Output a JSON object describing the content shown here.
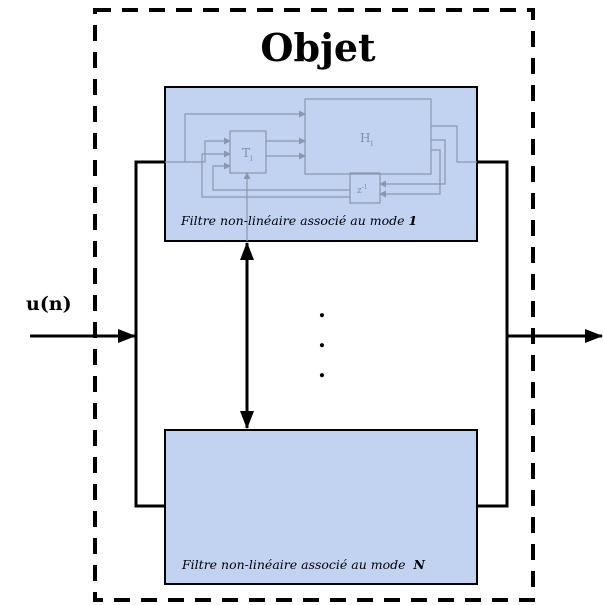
{
  "title": "Objet",
  "input_label": "u(n)",
  "filter_top": {
    "caption": "Filtre non-linéaire associé au mode ",
    "mode": "1",
    "block_t": "T",
    "block_t_sub": "i",
    "block_h": "H",
    "block_h_sub": "i",
    "delay": "z",
    "delay_sup": "-1"
  },
  "filter_bottom": {
    "caption": "Filtre non-linéaire associé au mode ",
    "mode": "N"
  },
  "ellipsis": [
    ".",
    ".",
    "."
  ],
  "colors": {
    "filter_fill": "#c2d3f2",
    "inner_stroke": "#8a97ad",
    "line": "#000000"
  }
}
